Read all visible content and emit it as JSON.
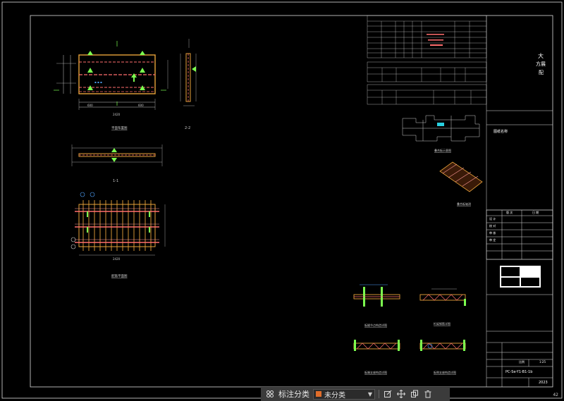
{
  "title_block": {
    "company_chars": [
      "大",
      "方展",
      "配"
    ],
    "drawing_name_label": "图纸名称",
    "revision_headers": [
      "版 次",
      "日 期"
    ],
    "row_labels": [
      "设 计",
      "校 对",
      "审 核",
      "审 定"
    ],
    "scale_label": "比例",
    "scale_value": "1:25",
    "drawing_no": "PC-Se-Y1-B1-1b",
    "date_value": "2023"
  },
  "views": {
    "plan_title": "平面布置图",
    "section_2_title": "2-2",
    "section_1_title": "1-1",
    "rebar_title": "配筋平面图",
    "plan_width": "2420",
    "plan_bottom_left": "600",
    "plan_bottom_right": "600",
    "rebar_bottom": "2420"
  },
  "detail_titles": [
    "叠合板示意图",
    "叠合板轴测"
  ],
  "node_titles": [
    "板缝节点构造详图",
    "桁架钢筋详图",
    "板端支座构造详图",
    "板侧支座构造详图"
  ],
  "toolbar": {
    "label": "标注分类",
    "select_value": "未分类",
    "select_color": "#e06d2a"
  },
  "page_number": "42"
}
